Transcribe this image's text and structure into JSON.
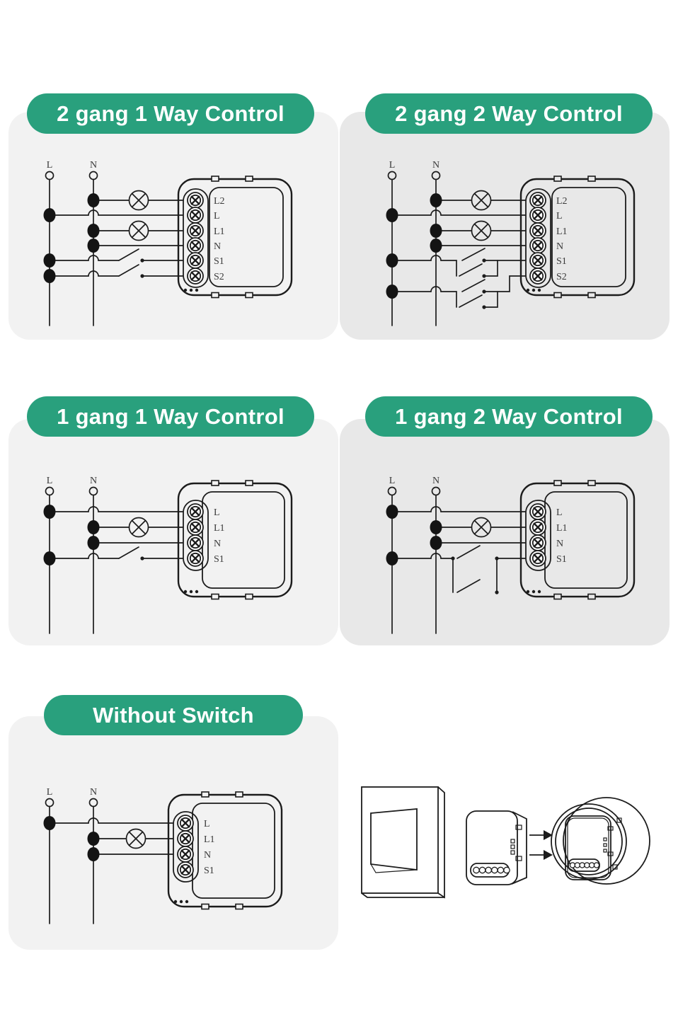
{
  "colors": {
    "accent_green": "#29a07d",
    "panel_light": "#f2f2f2",
    "panel_dark": "#e8e8e8",
    "line": "#1c1c1c",
    "label_text": "#3a3a3a",
    "title_text": "#ffffff"
  },
  "panels": [
    {
      "id": "2-gang-1-way",
      "title": "2 gang 1 Way Control",
      "wire_labels": [
        "L",
        "N"
      ],
      "terminals": [
        "L2",
        "L",
        "L1",
        "N",
        "S1",
        "S2"
      ]
    },
    {
      "id": "2-gang-2-way",
      "title": "2 gang 2 Way Control",
      "wire_labels": [
        "L",
        "N"
      ],
      "terminals": [
        "L2",
        "L",
        "L1",
        "N",
        "S1",
        "S2"
      ]
    },
    {
      "id": "1-gang-1-way",
      "title": "1 gang 1 Way Control",
      "wire_labels": [
        "L",
        "N"
      ],
      "terminals": [
        "L",
        "L1",
        "N",
        "S1"
      ]
    },
    {
      "id": "1-gang-2-way",
      "title": "1 gang 2 Way Control",
      "wire_labels": [
        "L",
        "N"
      ],
      "terminals": [
        "L",
        "L1",
        "N",
        "S1"
      ]
    },
    {
      "id": "without-switch",
      "title": "Without Switch",
      "wire_labels": [
        "L",
        "N"
      ],
      "terminals": [
        "L",
        "L1",
        "N",
        "S1"
      ]
    }
  ],
  "icons": {
    "lamp": "circle-with-x-cross",
    "switch": "open-blade-contact",
    "terminal": "phillips-screw",
    "junction": "filled-dot",
    "arrow": "right-arrow"
  },
  "installation": {
    "parts": [
      "wall-switch",
      "smart-module",
      "round-junction-box"
    ]
  }
}
